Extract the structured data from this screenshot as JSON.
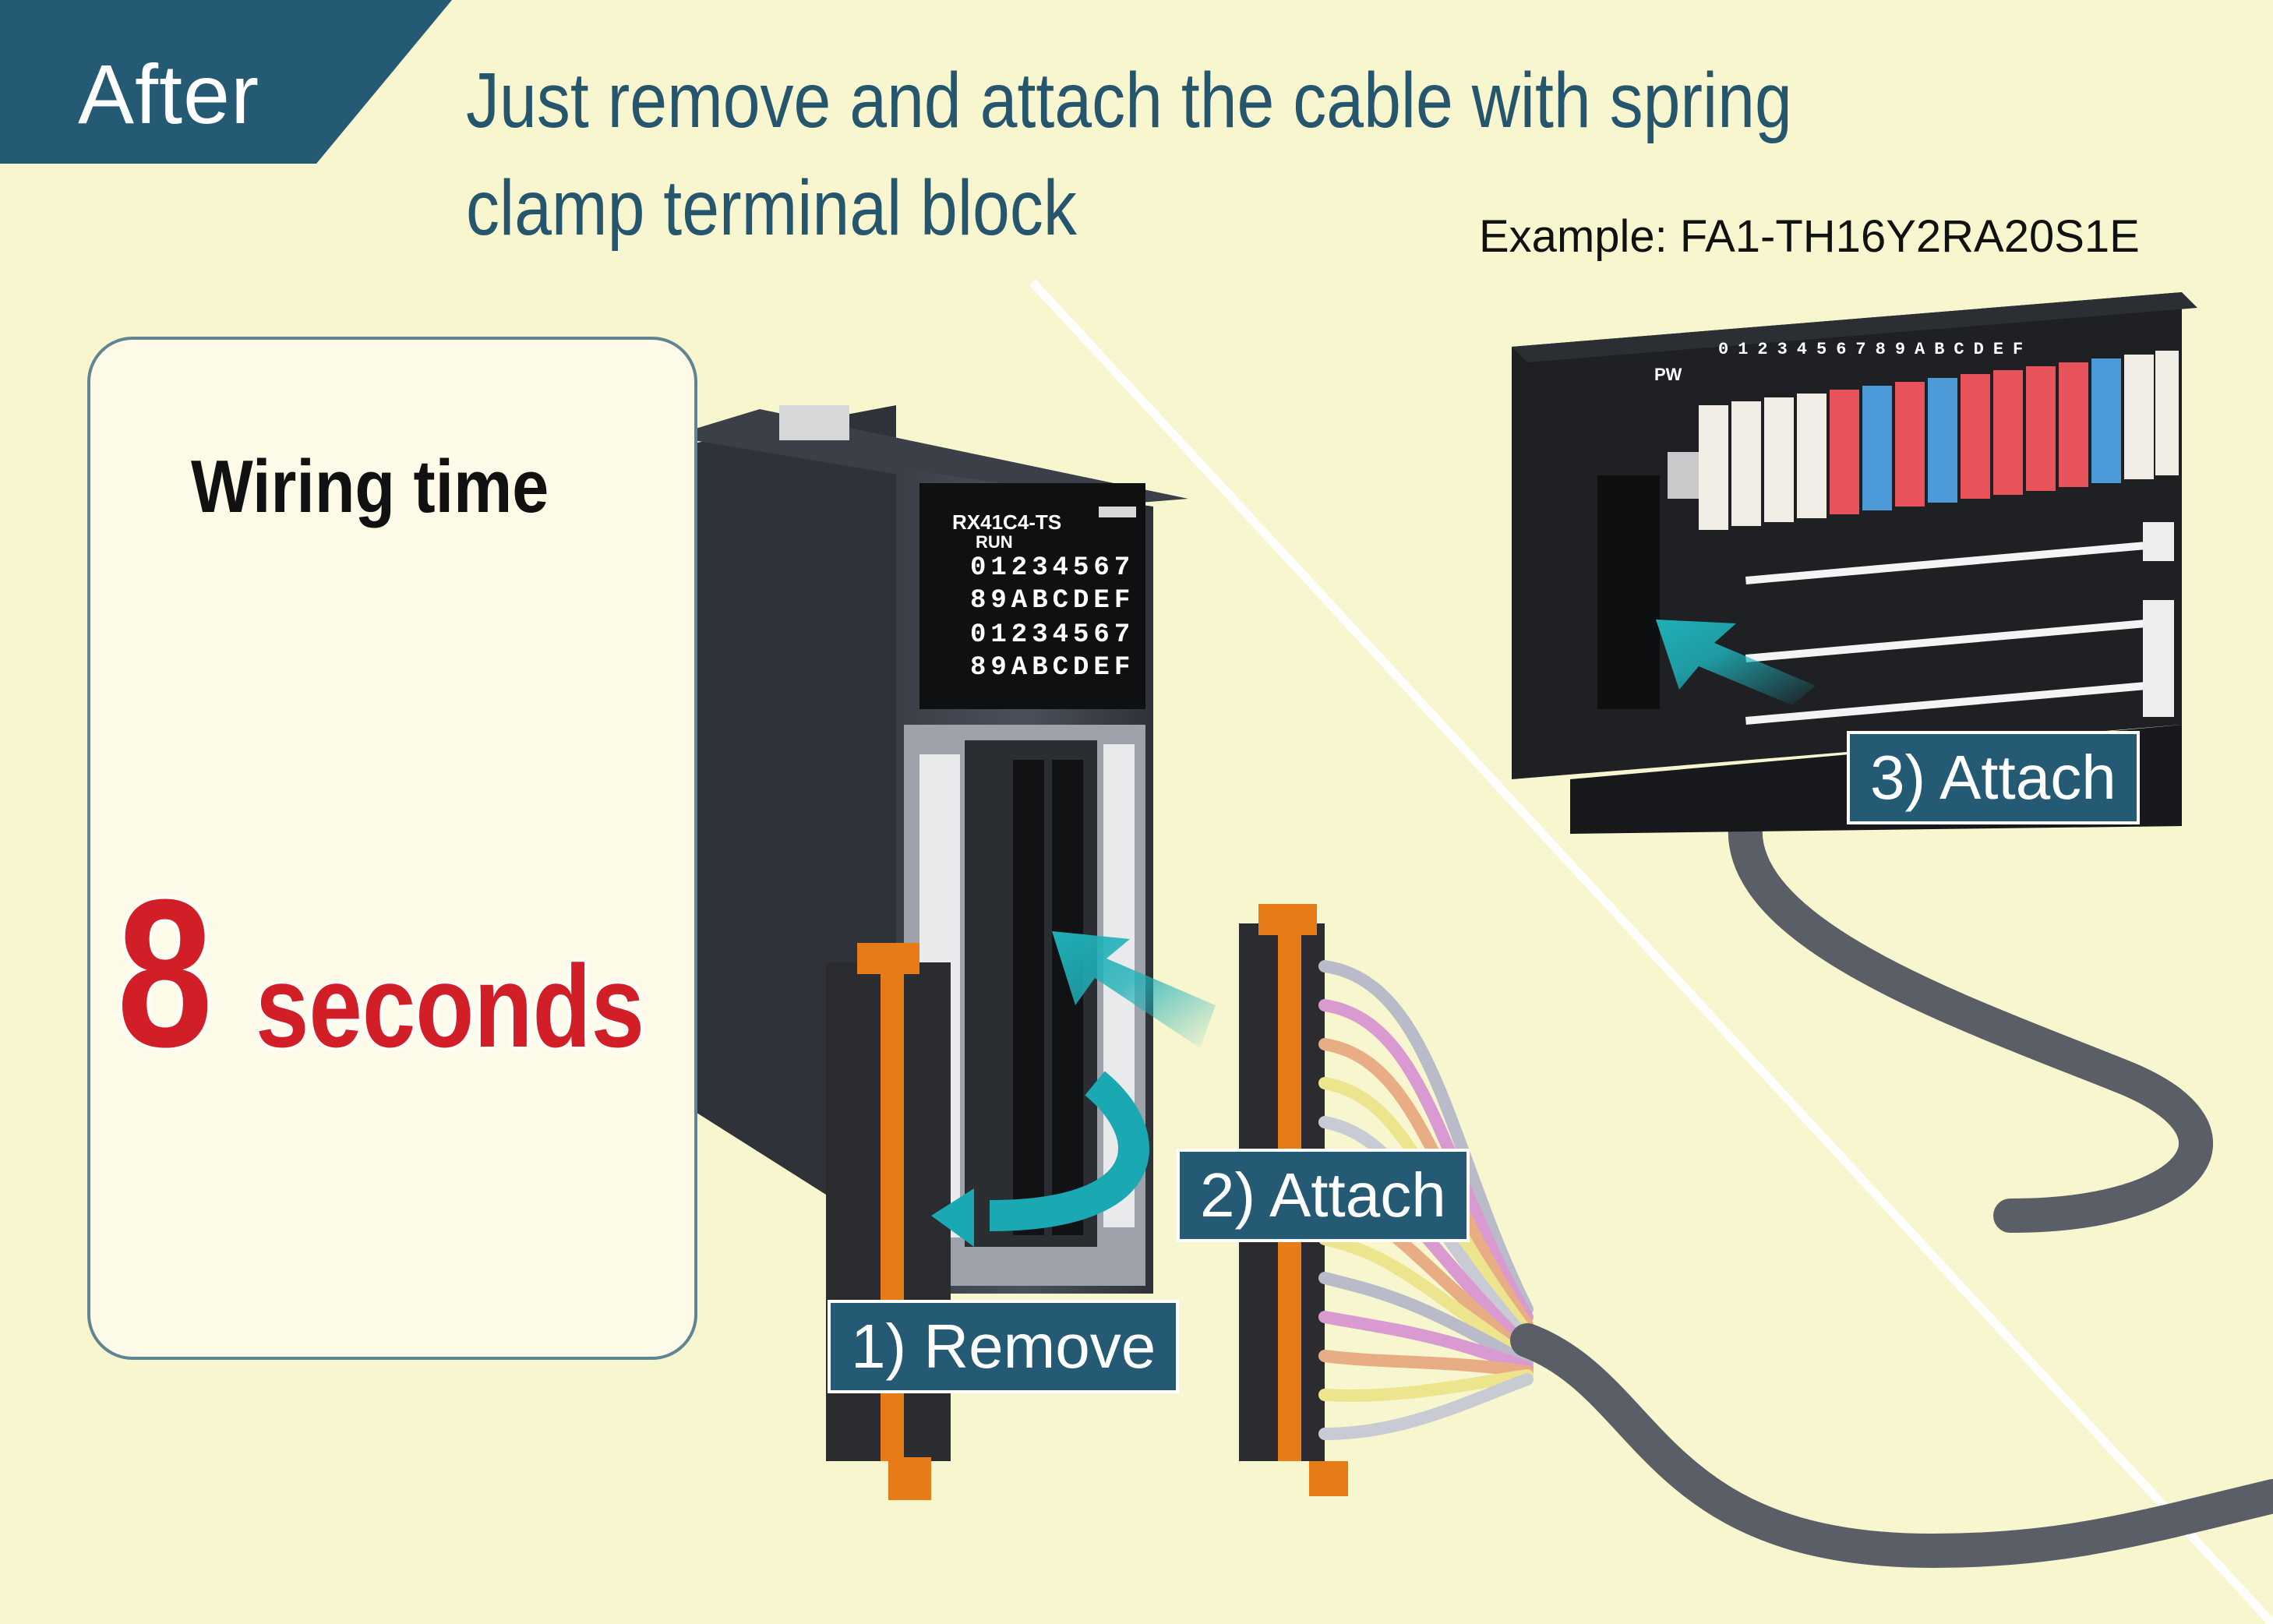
{
  "header": {
    "tab_label": "After",
    "headline_line1": "Just remove and attach the cable with spring",
    "headline_line2": "clamp terminal block",
    "example_text": "Example: FA1-TH16Y2RA20S1E"
  },
  "wiring_panel": {
    "title": "Wiring time",
    "time_value": "8",
    "time_unit": "seconds"
  },
  "steps": [
    {
      "label": "1) Remove"
    },
    {
      "label": "2) Attach"
    },
    {
      "label": "3) Attach"
    }
  ],
  "plc_module": {
    "model": "RX41C4-TS",
    "status": "RUN",
    "led_rows": [
      "01234567",
      "89ABCDEF",
      "01234567",
      "89ABCDEF"
    ]
  },
  "terminal_block": {
    "pw_label": "PW",
    "hex_labels": "0123456789ABCDEF"
  },
  "colors": {
    "background": "#f8f6cf",
    "navy": "#245a73",
    "headline": "#26566e",
    "red": "#d21e26",
    "arrow_teal": "#1fb0b8",
    "bar_blue": "#7fc9d8"
  },
  "icons": [
    "down-arrow-icon",
    "remove-arrow-icon",
    "attach-arrow-icon",
    "attach-arrow-icon-2"
  ]
}
